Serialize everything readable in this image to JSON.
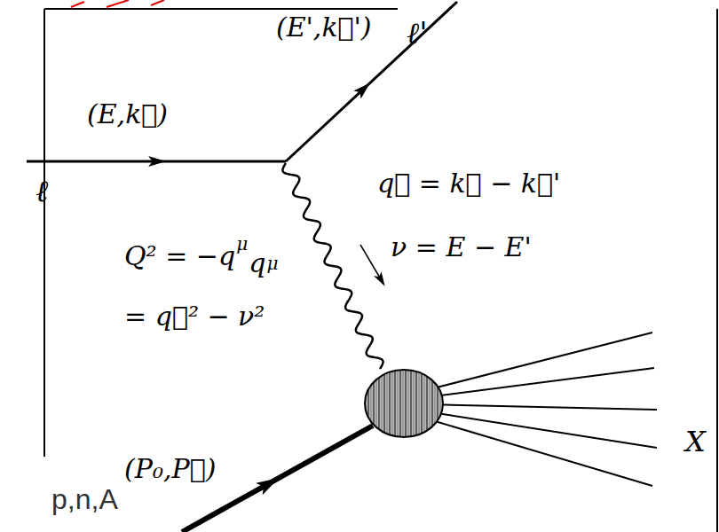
{
  "diagram": {
    "labels": [
      "(E',k⃗')",
      "ℓ'",
      "(E,k⃗)",
      "ℓ",
      "q⃗ = k⃗ − k⃗'",
      "ν = E − E'",
      "Q² = −q",
      "μ",
      "q",
      "μ",
      "= q⃗² − ν²",
      "X",
      "(P₀,P⃗)",
      "p,n,A"
    ]
  }
}
